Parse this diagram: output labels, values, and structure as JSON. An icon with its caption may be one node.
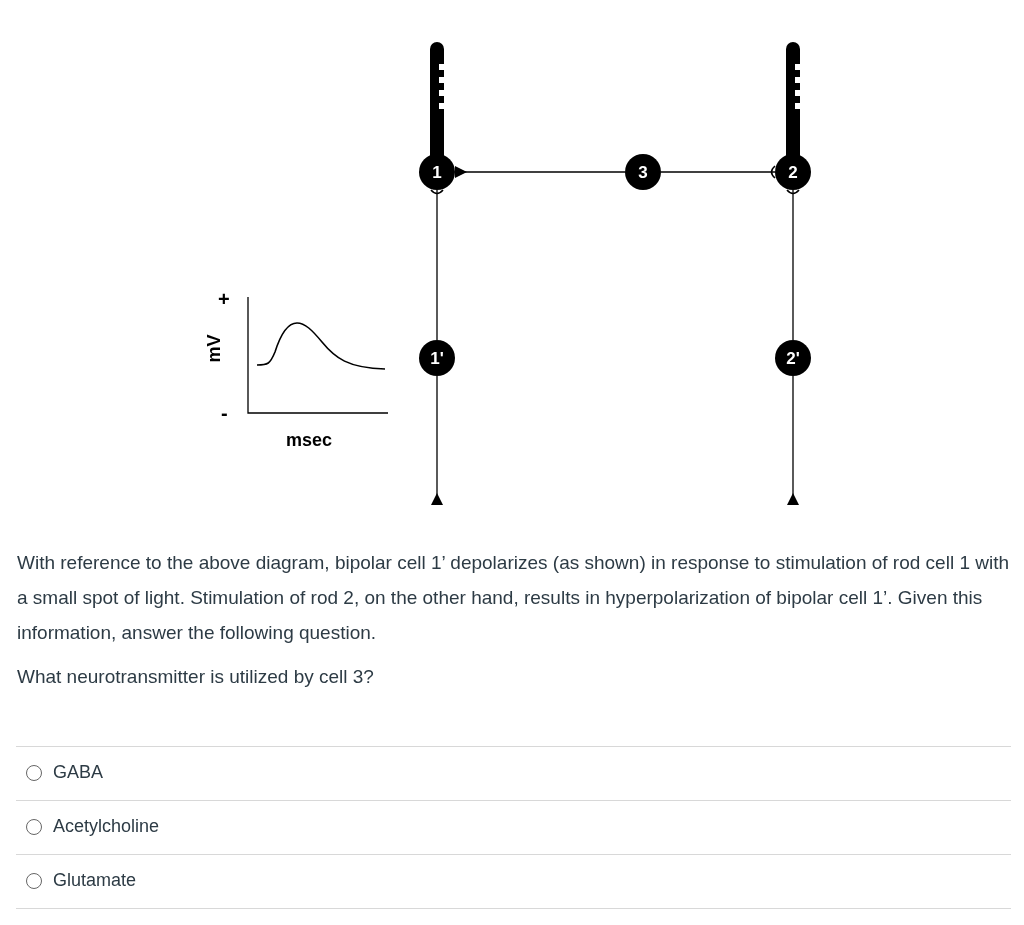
{
  "diagram": {
    "nodes": [
      {
        "text": [
          "1"
        ]
      },
      {
        "text": [
          "3"
        ]
      },
      {
        "text": [
          "2"
        ]
      },
      {
        "text": [
          "1'"
        ]
      },
      {
        "text": [
          "2'"
        ]
      }
    ],
    "edges": [
      {
        "from": 0,
        "to": 1,
        "arrow": "other"
      },
      {
        "from": 2,
        "to": 1,
        "arrow": "other"
      },
      {
        "from": 0,
        "to": 3,
        "arrow": "other"
      },
      {
        "from": null,
        "to": 3,
        "arrow": "other"
      },
      {
        "from": 2,
        "to": 4,
        "arrow": "other"
      },
      {
        "from": null,
        "to": 4,
        "arrow": "other"
      }
    ],
    "labels": [
      "+",
      "mV",
      "-",
      "msec",
      "With reference to the above diagram, bipolar cell 1’ depolarizes (as shown) in response to stimulation of rod cell 1 with a small spot of light.  Stimulation of rod 2, on the other hand, results in hyperpolarization of bipolar cell 1’.  Given this information, answer the following question.",
      "What neurotransmitter is utilized by cell 3?",
      "GABA",
      "Acetylcholine",
      "Glutamate"
    ]
  }
}
